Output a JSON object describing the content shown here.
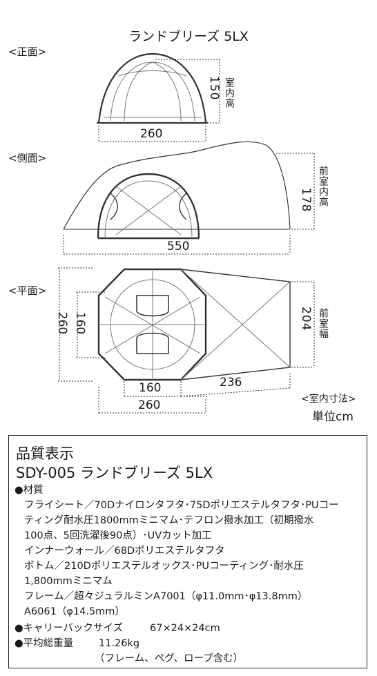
{
  "title": "ランドブリーズ 5LX",
  "views": {
    "front": "<正面>",
    "side": "<側面>",
    "top": "<平面>"
  },
  "dims": {
    "front_height": "150",
    "front_height_label": "室内高",
    "front_width": "260",
    "side_height": "178",
    "side_height_label": "前室内高",
    "side_length": "550",
    "top_outer_depth": "260",
    "top_inner_depth": "160",
    "top_vest_width": "204",
    "top_vest_width_label": "前室幅",
    "top_inner_width": "160",
    "top_vest_length": "236",
    "top_total_width": "260"
  },
  "unit_note": "<室内寸法>",
  "unit": "単位cm",
  "spec": {
    "heading": "品質表示",
    "product": "SDY-005 ランドブリーズ 5LX",
    "material_label": "●材質",
    "material_lines": [
      "フライシート／70Dナイロンタフタ･75Dポリエステルタフタ･PUコー",
      "ティング耐水圧1800mmミニマム･テフロン撥水加工（初期撥水",
      "100点、5回洗濯後90点）･UVカット加工",
      "インナーウォール／68Dポリエステルタフタ",
      "ボトム／210Dポリエステルオックス･PUコーティング･耐水圧",
      "1,800mmミニマム",
      "フレーム／超々ジュラルミンA7001（φ11.0mm･φ13.8mm）",
      "A6061（φ14.5mm）"
    ],
    "bag_label": "●キャリーバックサイズ",
    "bag_value": "67×24×24cm",
    "weight_label": "●平均総重量",
    "weight_value": "11.26kg",
    "weight_note": "（フレーム、ペグ、ロープ含む）"
  }
}
